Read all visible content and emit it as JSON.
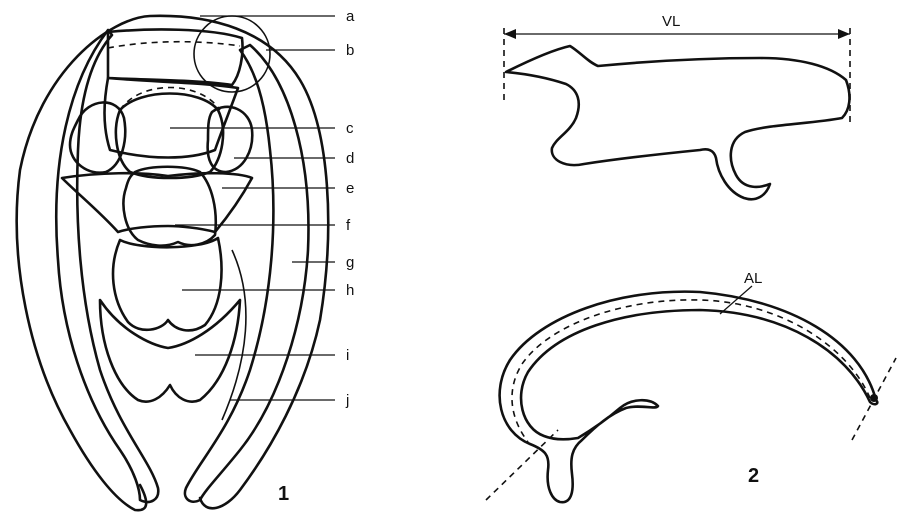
{
  "figure_1": {
    "number": "1",
    "labels": [
      "a",
      "b",
      "c",
      "d",
      "e",
      "f",
      "g",
      "h",
      "i",
      "j"
    ]
  },
  "figure_2": {
    "number": "2",
    "valve_length_label": "VL",
    "arm_length_label": "AL"
  },
  "colors": {
    "ink": "#111111",
    "paper": "#ffffff"
  }
}
